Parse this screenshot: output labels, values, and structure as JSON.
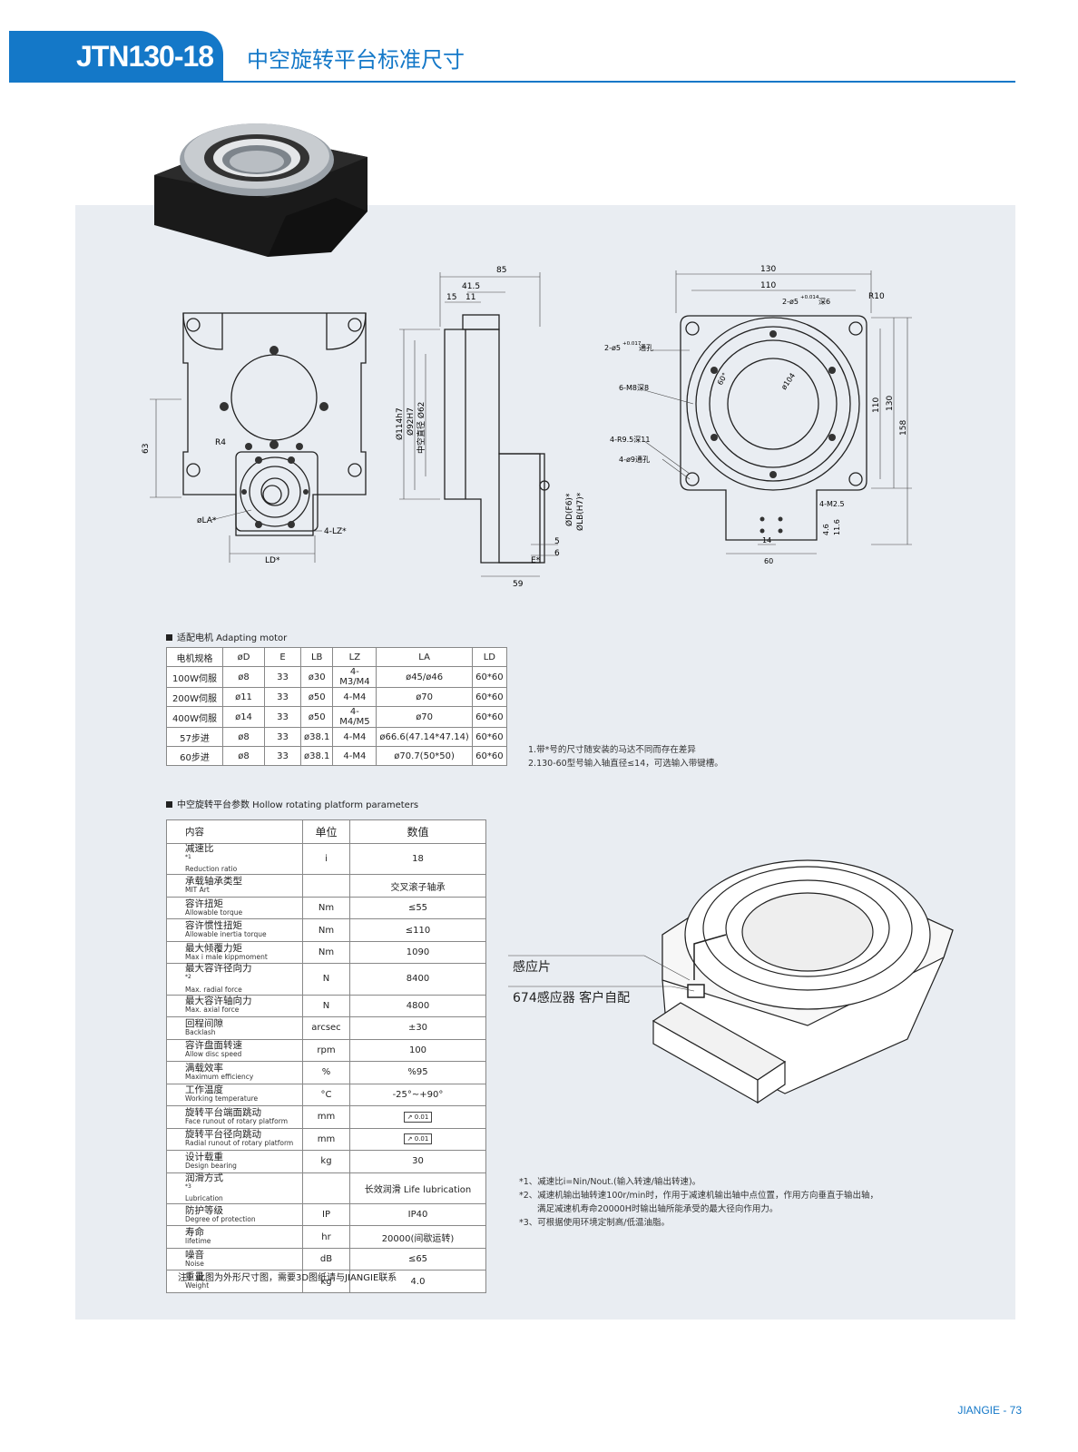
{
  "header": {
    "model": "JTN130-18",
    "title": "中空旋转平台标准尺寸"
  },
  "drawing_labels": {
    "front_view": {
      "r4": "R4",
      "dim_63": "63",
      "la": "øLA*",
      "lz": "4-LZ*",
      "ld": "LD*"
    },
    "side_view": {
      "d85": "85",
      "d41_5": "41.5",
      "d15": "15",
      "d11": "11",
      "d114": "Ø114h7",
      "d92": "Ø92H7",
      "d62": "中空直径 Ø62",
      "ddf": "ØD(F6)*",
      "dlb": "ØLB(H7)*",
      "d5": "5",
      "d6": "6",
      "e": "E*",
      "d59": "59"
    },
    "top_view": {
      "d130": "130",
      "d110": "110",
      "r10": "R10",
      "pin_right": "2-ø5",
      "pin_right_tol": "+0.014",
      "pin_right_depth": "深6",
      "pin_left": "2-ø5",
      "pin_left_tol": "+0.017",
      "pin_left_through": "通孔",
      "m8": "6-M8深8",
      "r9_5": "4-R9.5深11",
      "holes9": "4-ø9通孔",
      "d104": "ø104",
      "a60": "60°",
      "v110": "110",
      "v130": "130",
      "v158": "158",
      "m2_5": "4-M2.5",
      "d4_6": "4.6",
      "d11_6": "11.6",
      "d14": "14",
      "d60": "60"
    }
  },
  "motor_table": {
    "title": "适配电机 Adapting motor",
    "headers": [
      "电机规格",
      "øD",
      "E",
      "LB",
      "LZ",
      "LA",
      "LD"
    ],
    "rows": [
      [
        "100W伺服",
        "ø8",
        "33",
        "ø30",
        "4-M3/M4",
        "ø45/ø46",
        "60*60"
      ],
      [
        "200W伺服",
        "ø11",
        "33",
        "ø50",
        "4-M4",
        "ø70",
        "60*60"
      ],
      [
        "400W伺服",
        "ø14",
        "33",
        "ø50",
        "4-M4/M5",
        "ø70",
        "60*60"
      ],
      [
        "57步进",
        "ø8",
        "33",
        "ø38.1",
        "4-M4",
        "ø66.6(47.14*47.14)",
        "60*60"
      ],
      [
        "60步进",
        "ø8",
        "33",
        "ø38.1",
        "4-M4",
        "ø70.7(50*50)",
        "60*60"
      ]
    ]
  },
  "motor_notes": [
    "1.带*号的尺寸随安装的马达不同而存在差异",
    "2.130-60型号输入轴直径≤14，可选输入带键槽。"
  ],
  "param_table": {
    "title": "中空旋转平台参数 Hollow rotating platform parameters",
    "headers": [
      "内容",
      "单位",
      "数值"
    ],
    "rows": [
      {
        "cn": "减速比",
        "sup": "*1",
        "en": "Reduction ratio",
        "unit": "i",
        "value": "18"
      },
      {
        "cn": "承载轴承类型",
        "sup": "",
        "en": "MIT Art",
        "unit": "",
        "value": "交叉滚子轴承"
      },
      {
        "cn": "容许扭矩",
        "sup": "",
        "en": "Allowable torque",
        "unit": "Nm",
        "value": "≤55"
      },
      {
        "cn": "容许惯性扭矩",
        "sup": "",
        "en": "Allowable inertia torque",
        "unit": "Nm",
        "value": "≤110"
      },
      {
        "cn": "最大倾覆力矩",
        "sup": "",
        "en": "Max i male kippmoment",
        "unit": "Nm",
        "value": "1090"
      },
      {
        "cn": "最大容许径向力",
        "sup": "*2",
        "en": "Max. radial force",
        "unit": "N",
        "value": "8400"
      },
      {
        "cn": "最大容许轴向力",
        "sup": "",
        "en": "Max. axial force",
        "unit": "N",
        "value": "4800"
      },
      {
        "cn": "回程间隙",
        "sup": "",
        "en": "Backlash",
        "unit": "arcsec",
        "value": "±30"
      },
      {
        "cn": "容许盘面转速",
        "sup": "",
        "en": "Allow disc speed",
        "unit": "rpm",
        "value": "100"
      },
      {
        "cn": "满载效率",
        "sup": "",
        "en": "Maximum efficiency",
        "unit": "%",
        "value": "%95"
      },
      {
        "cn": "工作温度",
        "sup": "",
        "en": "Working temperature",
        "unit": "°C",
        "value": "-25°~+90°"
      },
      {
        "cn": "旋转平台端面跳动",
        "sup": "",
        "en": "Face runout of rotary platform",
        "unit": "mm",
        "value": "0.01"
      },
      {
        "cn": "旋转平台径向跳动",
        "sup": "",
        "en": "Radial runout of rotary platform",
        "unit": "mm",
        "value": "0.01"
      },
      {
        "cn": "设计载重",
        "sup": "",
        "en": "Design bearing",
        "unit": "kg",
        "value": "30"
      },
      {
        "cn": "润滑方式",
        "sup": "*3",
        "en": "Lubrication",
        "unit": "",
        "value": "长效润滑 Life lubrication"
      },
      {
        "cn": "防护等级",
        "sup": "",
        "en": "Degree of protection",
        "unit": "IP",
        "value": "IP40"
      },
      {
        "cn": "寿命",
        "sup": "",
        "en": "lifetime",
        "unit": "hr",
        "value": "20000(间歇运转)"
      },
      {
        "cn": "噪音",
        "sup": "",
        "en": "Noise",
        "unit": "dB",
        "value": "≤65"
      },
      {
        "cn": "重量",
        "sup": "",
        "en": "Weight",
        "unit": "kg",
        "value": "4.0"
      }
    ]
  },
  "footnote_drawing": "注：此图为外形尺寸图，需要3D图纸请与JIANGIE联系",
  "sensor_labels": {
    "label1": "感应片",
    "label2": "674感应器 客户自配"
  },
  "footnotes": [
    "*1、减速比i=Nin/Nout.(输入转速/输出转速)。",
    "*2、减速机输出轴转速100r/min时，作用于减速机输出轴中点位置，作用方向垂直于输出轴，",
    "满足减速机寿命20000H时输出轴所能承受的最大径向作用力。",
    "*3、可根据使用环境定制高/低温油脂。"
  ],
  "page": {
    "brand_page": "JIANGIE - 73"
  },
  "colors": {
    "accent": "#1478c8",
    "panel": "#e9edf2"
  }
}
